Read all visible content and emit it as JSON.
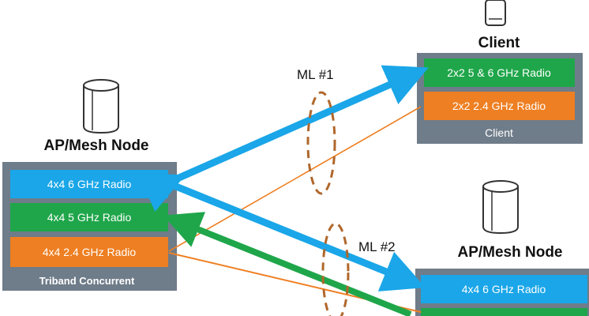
{
  "colors": {
    "blue": "#1aa6e8",
    "green": "#1fa64a",
    "orange": "#ee7f22",
    "gray_panel": "#6f7c89",
    "link_ellipse": "#b0672b",
    "device_stroke": "#333333"
  },
  "client": {
    "title": "Client",
    "radios": [
      "2x2 5 & 6 GHz Radio",
      "2x2 2.4 GHz Radio"
    ],
    "footer": "Client",
    "icon": "smartphone-icon"
  },
  "left_node": {
    "title": "AP/Mesh Node",
    "radios": [
      "4x4 6 GHz Radio",
      "4x4 5 GHz Radio",
      "4x4 2.4 GHz Radio"
    ],
    "footer": "Triband Concurrent",
    "icon": "router-cylinder-icon"
  },
  "right_node": {
    "title": "AP/Mesh Node",
    "radios": [
      "4x4 6 GHz Radio"
    ],
    "icon": "router-cylinder-icon"
  },
  "links": {
    "ml1": "ML #1",
    "ml2": "ML #2"
  }
}
